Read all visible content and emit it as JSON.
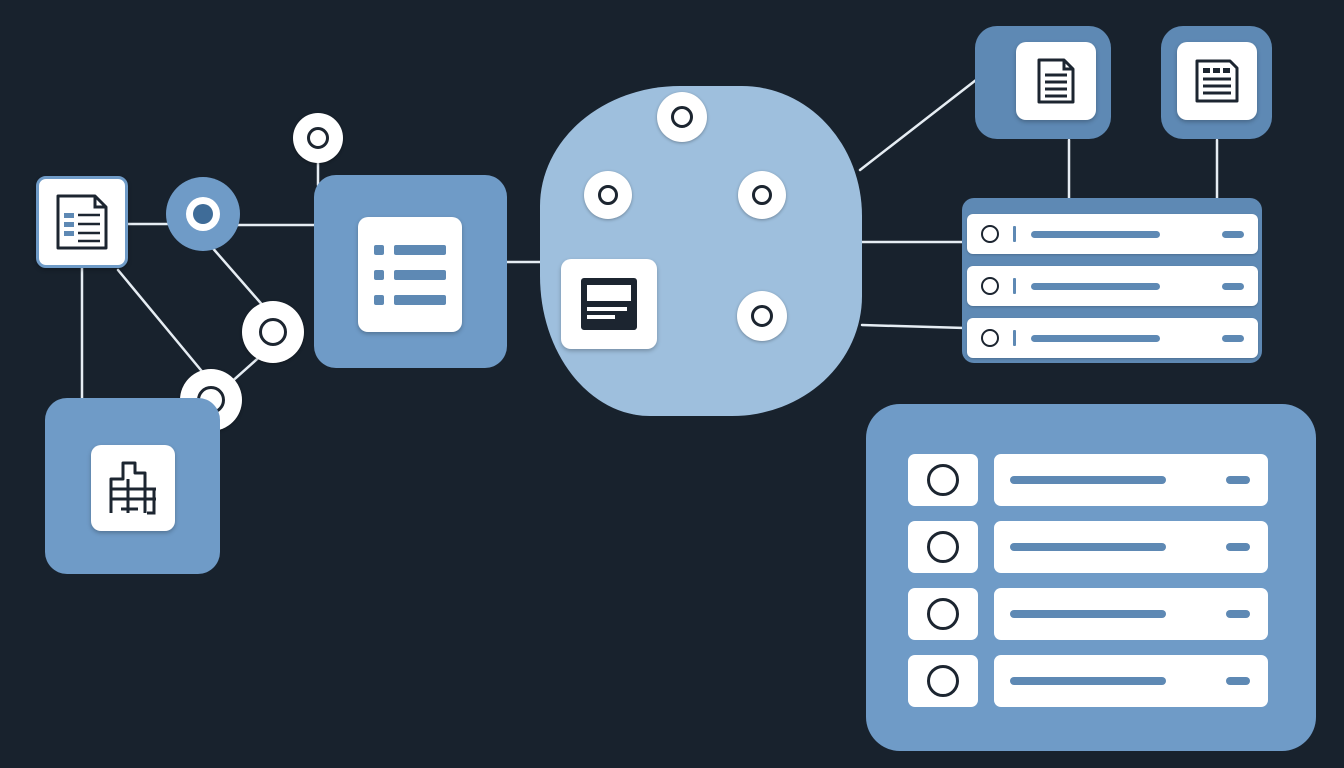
{
  "diagram": {
    "colors": {
      "background": "#18222d",
      "tile_blue": "#6f9bc7",
      "tile_blue_dark": "#5e89b4",
      "hub_blob": "#9ebfdd",
      "card_white": "#ffffff",
      "ink": "#1c2530",
      "connector": "#e6edf3"
    },
    "icons": [
      "form-document-icon",
      "list-icon",
      "building-icon",
      "window-icon",
      "document-icon",
      "table-document-icon"
    ],
    "nodes": 9,
    "server_rows": 3,
    "list_rows": 4
  }
}
